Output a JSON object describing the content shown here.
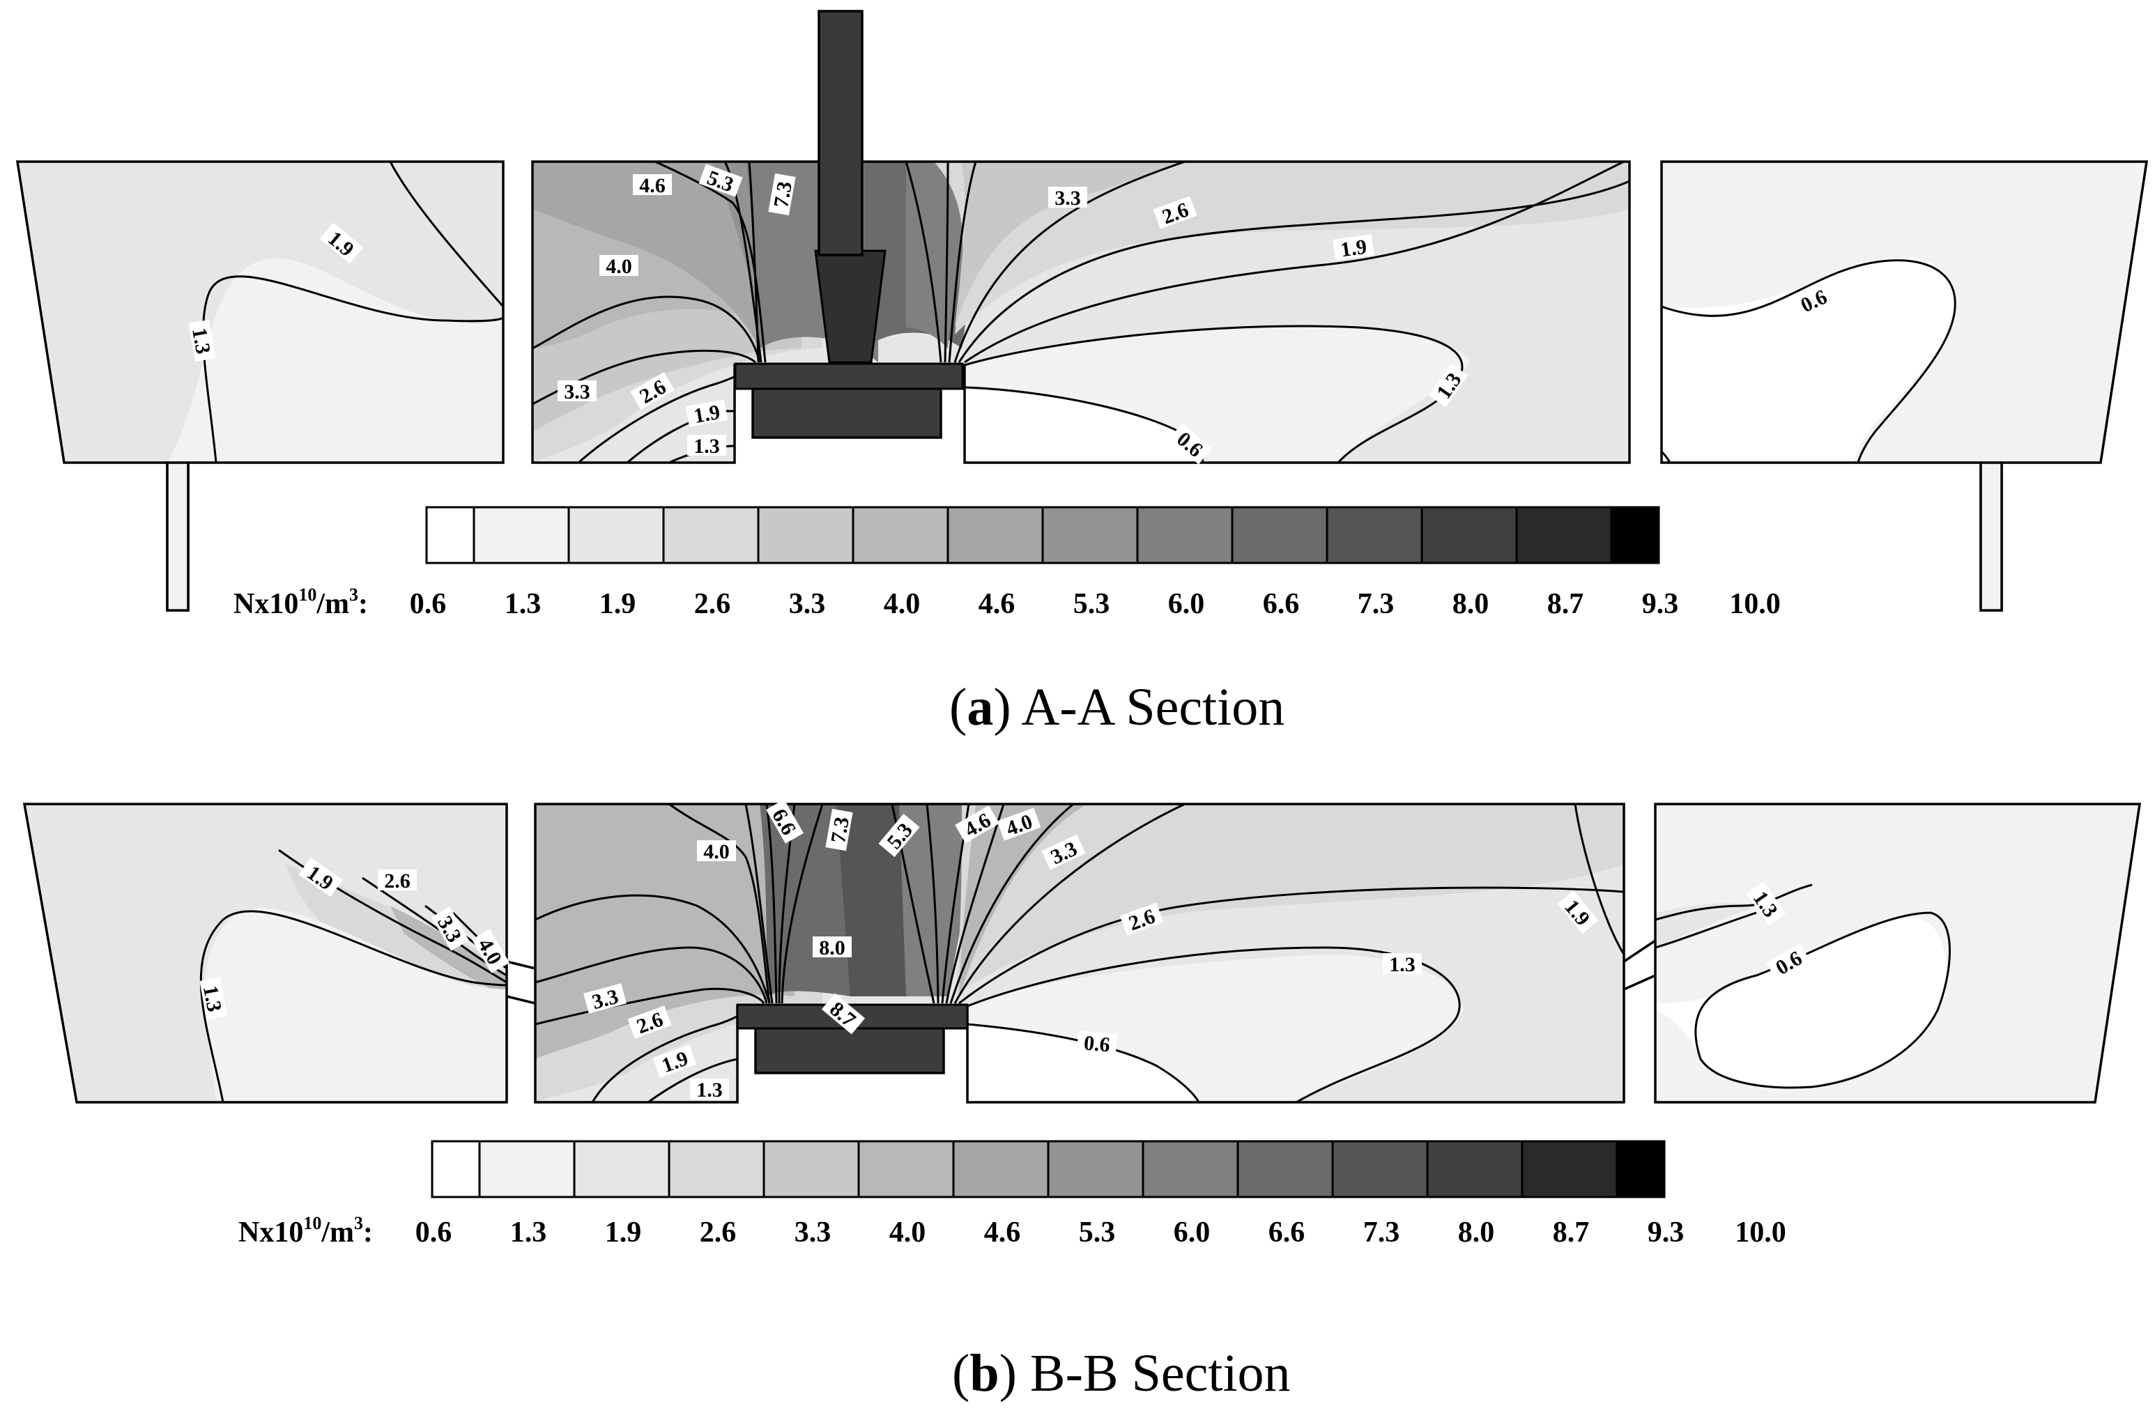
{
  "colors": {
    "levels": [
      "#ffffff",
      "#f2f2f2",
      "#e6e6e6",
      "#d9d9d9",
      "#c8c8c8",
      "#b8b8b8",
      "#a6a6a6",
      "#939393",
      "#808080",
      "#6b6b6b",
      "#555555",
      "#404040",
      "#2a2a2a",
      "#000000"
    ]
  },
  "legend": {
    "unit_base": "Nx10",
    "unit_exp": "10",
    "unit_mid": "/m",
    "unit_exp2": "3",
    "unit_end": ":",
    "values": [
      "0.6",
      "1.3",
      "1.9",
      "2.6",
      "3.3",
      "4.0",
      "4.6",
      "5.3",
      "6.0",
      "6.6",
      "7.3",
      "8.0",
      "8.7",
      "9.3",
      "10.0"
    ]
  },
  "panel_a": {
    "caption_letter": "a",
    "caption_text": "A-A Section",
    "labels": [
      "1.9",
      "1.3",
      "4.6",
      "5.3",
      "7.3",
      "4.0",
      "3.3",
      "2.6",
      "1.9",
      "1.3",
      "3.3",
      "2.6",
      "1.9",
      "1.3",
      "0.6",
      "0.6"
    ]
  },
  "panel_b": {
    "caption_letter": "b",
    "caption_text": "B-B Section",
    "labels": [
      "1.9",
      "2.6",
      "3.3",
      "4.0",
      "1.3",
      "6.6",
      "7.3",
      "5.3",
      "4.6",
      "4.0",
      "4.0",
      "3.3",
      "2.6",
      "1.9",
      "1.3",
      "8.0",
      "8.7",
      "3.3",
      "2.6",
      "1.3",
      "0.6",
      "1.9",
      "1.3",
      "0.6"
    ]
  }
}
